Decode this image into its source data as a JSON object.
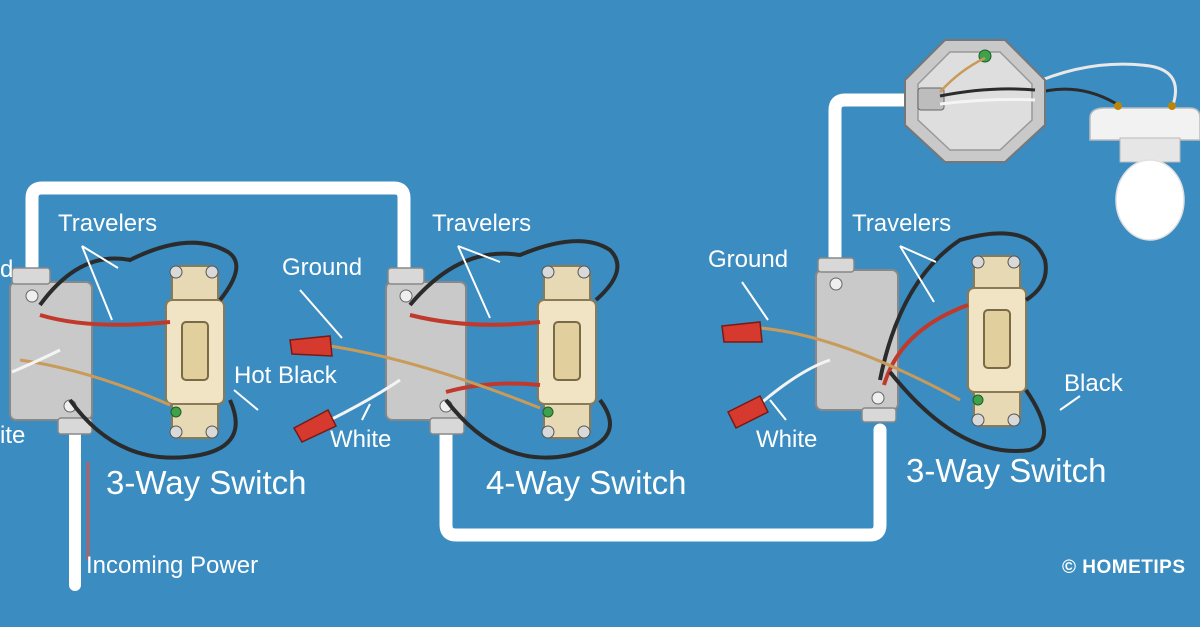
{
  "labels": {
    "left_ground_partial": "d",
    "left_white_partial": "ite",
    "left_travelers": "Travelers",
    "left_hot_black": "Hot Black",
    "left_switch_title": "3-Way Switch",
    "incoming_power": "Incoming Power",
    "mid_travelers": "Travelers",
    "mid_ground": "Ground",
    "mid_white": "White",
    "mid_switch_title": "4-Way Switch",
    "right_ground": "Ground",
    "right_white": "White",
    "right_travelers": "Travelers",
    "right_black": "Black",
    "right_switch_title": "3-Way Switch",
    "credit": "© HOMETIPS"
  },
  "colors": {
    "background": "#3a8cc1",
    "cable": "#ffffff",
    "black_wire": "#2b2b2b",
    "red_wire": "#c0392b",
    "white_wire": "#f4f4f4",
    "bare_ground": "#c89b5a",
    "wire_nut": "#d63a2e",
    "box": "#cfcfcf",
    "switch_body": "#e8d9b5"
  }
}
